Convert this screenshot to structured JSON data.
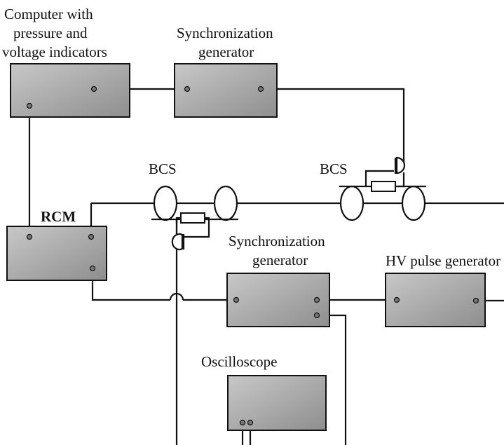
{
  "labels": {
    "computer_line1": "Computer with",
    "computer_line2": "pressure and",
    "computer_line3": "voltage indicators",
    "sync_top_line1": "Synchronization",
    "sync_top_line2": "generator",
    "bcs_left": "BCS",
    "bcs_right": "BCS",
    "rcm": "RCM",
    "sync_mid_line1": "Synchronization",
    "sync_mid_line2": "generator",
    "hv_pulse": "HV pulse generator",
    "oscilloscope": "Oscilloscope"
  },
  "colors": {
    "box_fill_light": "#c8c8c8",
    "box_fill_dark": "#8e8e8e",
    "line": "#111111",
    "port": "#777777"
  }
}
